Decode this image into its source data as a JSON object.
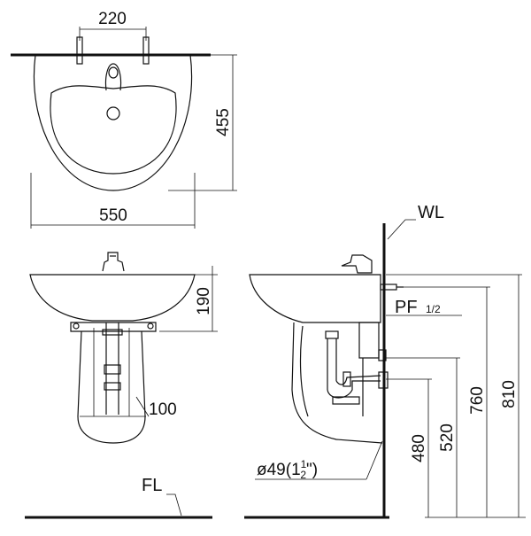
{
  "labels": {
    "wl": "WL",
    "fl": "FL",
    "pf_main": "PF",
    "pf_size": "1/2",
    "pipe_prefix": "ø49(",
    "pipe_whole": "1",
    "pipe_num": "1",
    "pipe_den": "2",
    "pipe_suffix": "\")"
  },
  "dimensions": {
    "tap_spacing": "220",
    "basin_depth": "455",
    "basin_width": "550",
    "basin_height": "190",
    "pedestal_width": "100",
    "drain_height": "480",
    "supply_height": "520",
    "rim_height": "760",
    "overall_height": "810"
  }
}
